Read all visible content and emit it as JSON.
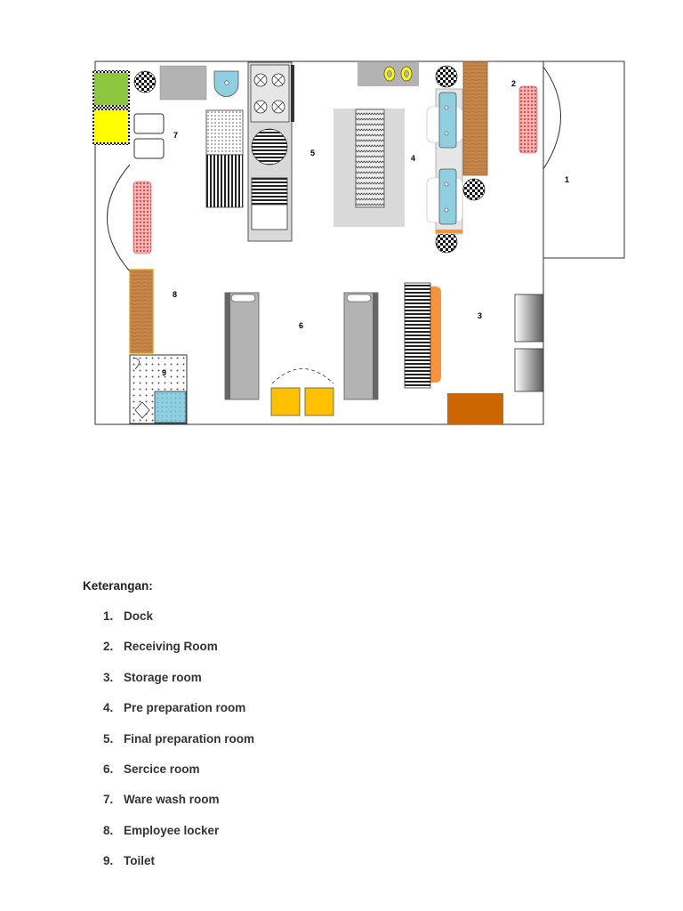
{
  "plan": {
    "room_numbers": [
      "1",
      "2",
      "3",
      "4",
      "5",
      "6",
      "7",
      "8",
      "9"
    ]
  },
  "legend": {
    "title": "Keterangan:",
    "items": [
      {
        "num": "1.",
        "label": "Dock"
      },
      {
        "num": "2.",
        "label": "Receiving Room"
      },
      {
        "num": "3.",
        "label": "Storage room"
      },
      {
        "num": "4.",
        "label": "Pre preparation room"
      },
      {
        "num": "5.",
        "label": "Final preparation room"
      },
      {
        "num": "6.",
        "label": "Sercice room"
      },
      {
        "num": "7.",
        "label": "Ware wash room"
      },
      {
        "num": "8.",
        "label": "Employee locker"
      },
      {
        "num": "9.",
        "label": "Toilet"
      }
    ]
  },
  "colors": {
    "green_bin": "#8dc63f",
    "yellow_bin": "#ffff00",
    "wood": "#c8874a",
    "orange": "#f7943a",
    "dark_orange": "#cc6600",
    "gold": "#ffc000",
    "teal": "#8ecfe0",
    "grey": "#b3b3b3",
    "mat_red": "#d94545"
  }
}
